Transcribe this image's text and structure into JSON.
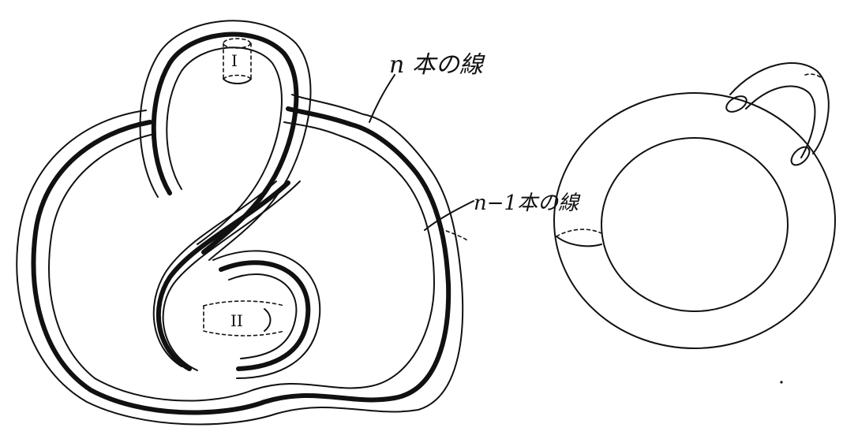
{
  "labels": {
    "n_lines": "n 本の線",
    "n_minus_1_lines": "n−1本の線",
    "region_1": "I",
    "region_2": "II"
  }
}
